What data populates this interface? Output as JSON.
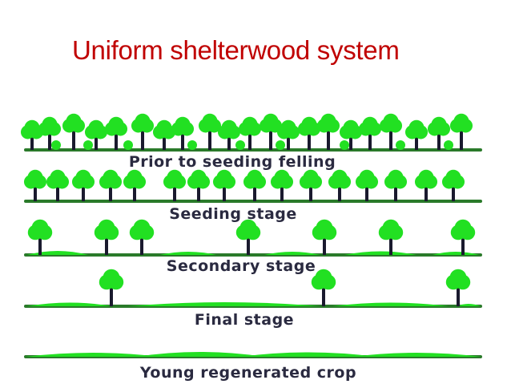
{
  "slide": {
    "title": "Uniform shelterwood system"
  },
  "stages": [
    {
      "label": "Prior to seeding felling"
    },
    {
      "label": "Seeding stage"
    },
    {
      "label": "Secondary stage"
    },
    {
      "label": "Final stage"
    },
    {
      "label": "Young regenerated crop"
    }
  ],
  "colors": {
    "title": "#c00000",
    "canopy": "#22e022",
    "trunk": "#1a1a2e",
    "ground": "#2a7a2a",
    "label": "#2a2a40"
  }
}
